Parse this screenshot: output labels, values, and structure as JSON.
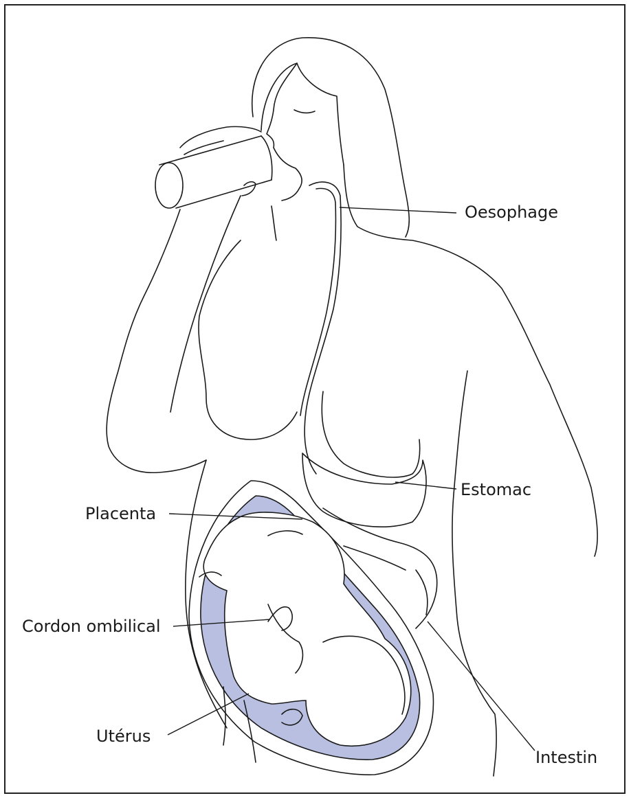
{
  "labels": {
    "oesophagus": "Oesophage",
    "stomach": "Estomac",
    "placenta": "Placenta",
    "umbilical_cord": "Cordon ombilical",
    "uterus": "Utérus",
    "intestine": "Intestin"
  },
  "colors": {
    "amniotic_fill": "#b9bfe0",
    "line": "#1a1a1a"
  }
}
